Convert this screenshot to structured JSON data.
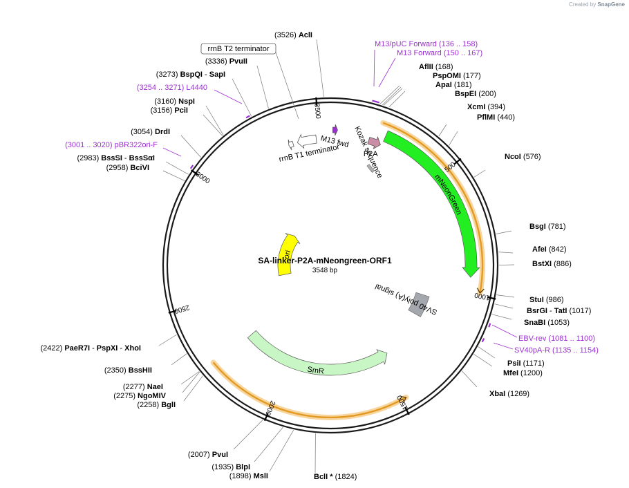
{
  "credit": {
    "prefix": "Created by",
    "brand": "SnapGene"
  },
  "plasmid": {
    "name": "SA-linker-P2A-mNeongreen-ORF1",
    "size_label": "3548 bp",
    "length": 3548
  },
  "ticks": [
    {
      "pos": 500,
      "label": "500"
    },
    {
      "pos": 1000,
      "label": "1000"
    },
    {
      "pos": 1500,
      "label": "1500"
    },
    {
      "pos": 2000,
      "label": "2000"
    },
    {
      "pos": 2500,
      "label": "2500"
    },
    {
      "pos": 3000,
      "label": "3000"
    },
    {
      "pos": 3500,
      "label": "3500"
    }
  ],
  "features": [
    {
      "name": "mNeonGreen",
      "start": 228,
      "end": 935,
      "dir": 1,
      "color": "#22ee22",
      "kind": "arc",
      "label_mode": "curved"
    },
    {
      "name": "SV40 poly(A) signal",
      "start": 1060,
      "end": 1180,
      "dir": 0,
      "color": "#a4a8ae",
      "kind": "box",
      "label_mode": "radial"
    },
    {
      "name": "SmR",
      "start": 1450,
      "end": 2255,
      "dir": -1,
      "color": "#c8f6c4",
      "kind": "arc",
      "label_mode": "curved"
    },
    {
      "name": "ori",
      "start": 2550,
      "end": 3050,
      "dir": 1,
      "color": "#ffff00",
      "kind": "arc",
      "label_mode": "curved"
    },
    {
      "name": "P2A",
      "start": 168,
      "end": 222,
      "dir": 1,
      "color": "#c98ea6",
      "kind": "small",
      "label_mode": "plain"
    },
    {
      "name": "M13 fwd",
      "start": 10,
      "end": 30,
      "dir": 1,
      "color": "#9b30d0",
      "kind": "small",
      "label_mode": "plain"
    },
    {
      "name": "rrnB T1 terminator",
      "start": 3400,
      "end": 3485,
      "dir": -1,
      "color": "#ffffff",
      "kind": "small",
      "label_mode": "plain"
    },
    {
      "name": "Kozak sequence",
      "start": 222,
      "end": 228,
      "dir": 0,
      "color": "#b0b0b0",
      "kind": "tiny",
      "label_mode": "radial"
    }
  ],
  "orfs": [
    {
      "start": 200,
      "end": 990,
      "dir": 1
    },
    {
      "start": 1480,
      "end": 2270,
      "dir": -1
    }
  ],
  "sites": [
    {
      "name": "AclI",
      "pos": "(3526)",
      "side": "R"
    },
    {
      "name": "PvuII",
      "pos": "(3336)",
      "side": "R"
    },
    {
      "name": "BspQI",
      "name2": "SapI",
      "pos": "(3273)",
      "side": "R"
    },
    {
      "name": "NspI",
      "pos": "(3160)",
      "side": "R"
    },
    {
      "name": "PciI",
      "pos": "(3156)",
      "side": "R"
    },
    {
      "name": "DrdI",
      "pos": "(3054)",
      "side": "R"
    },
    {
      "name": "BssSI",
      "name2": "BssSαI",
      "pos": "(2983)",
      "side": "R"
    },
    {
      "name": "BciVI",
      "pos": "(2958)",
      "side": "R"
    },
    {
      "name": "AflII",
      "pos": "(168)",
      "side": "L"
    },
    {
      "name": "PspOMI",
      "pos": "(177)",
      "side": "L"
    },
    {
      "name": "ApaI",
      "pos": "(181)",
      "side": "L"
    },
    {
      "name": "BspEI",
      "pos": "(200)",
      "side": "L"
    },
    {
      "name": "XcmI",
      "pos": "(394)",
      "side": "L"
    },
    {
      "name": "PflMI",
      "pos": "(440)",
      "side": "L"
    },
    {
      "name": "NcoI",
      "pos": "(576)",
      "side": "L"
    },
    {
      "name": "BsgI",
      "pos": "(781)",
      "side": "L"
    },
    {
      "name": "AfeI",
      "pos": "(842)",
      "side": "L"
    },
    {
      "name": "BstXI",
      "pos": "(886)",
      "side": "L"
    },
    {
      "name": "StuI",
      "pos": "(986)",
      "side": "L"
    },
    {
      "name": "BsrGI",
      "name2": "TatI",
      "pos": "(1017)",
      "side": "L"
    },
    {
      "name": "SnaBI",
      "pos": "(1053)",
      "side": "L"
    },
    {
      "name": "PsiI",
      "pos": "(1171)",
      "side": "L"
    },
    {
      "name": "MfeI",
      "pos": "(1200)",
      "side": "L"
    },
    {
      "name": "XbaI",
      "pos": "(1269)",
      "side": "L"
    },
    {
      "name": "BclI *",
      "pos": "(1824)",
      "side": "L"
    },
    {
      "name": "MslI",
      "pos": "(1898)",
      "side": "R"
    },
    {
      "name": "BlpI",
      "pos": "(1935)",
      "side": "R"
    },
    {
      "name": "PvuI",
      "pos": "(2007)",
      "side": "R"
    },
    {
      "name": "BglI",
      "pos": "(2258)",
      "side": "R"
    },
    {
      "name": "NgoMIV",
      "pos": "(2275)",
      "side": "R"
    },
    {
      "name": "NaeI",
      "pos": "(2277)",
      "side": "R"
    },
    {
      "name": "BssHII",
      "pos": "(2350)",
      "side": "R"
    },
    {
      "name": "PaeR7I",
      "name2": "PspXI",
      "name3": "XhoI",
      "pos": "(2422)",
      "side": "R"
    }
  ],
  "primers": [
    {
      "name": "M13/pUC Forward",
      "range": "(136 .. 158)",
      "side": "L"
    },
    {
      "name": "M13 Forward",
      "range": "(150 .. 167)",
      "side": "L"
    },
    {
      "name": "L4440",
      "range": "(3254 .. 3271)",
      "side": "R"
    },
    {
      "name": "pBR322ori-F",
      "range": "(3001 .. 3020)",
      "side": "R"
    },
    {
      "name": "EBV-rev",
      "range": "(1081 .. 1100)",
      "side": "L"
    },
    {
      "name": "SV40pA-R",
      "range": "(1135 .. 1154)",
      "side": "L"
    }
  ],
  "boxed_labels": [
    {
      "name": "rrnB T2 terminator"
    }
  ],
  "colors": {
    "backbone": "#1a1a1a",
    "primer": "#9b30d0",
    "orf_fill": "#e39a22",
    "orf_glow": "#f7d6a0"
  }
}
